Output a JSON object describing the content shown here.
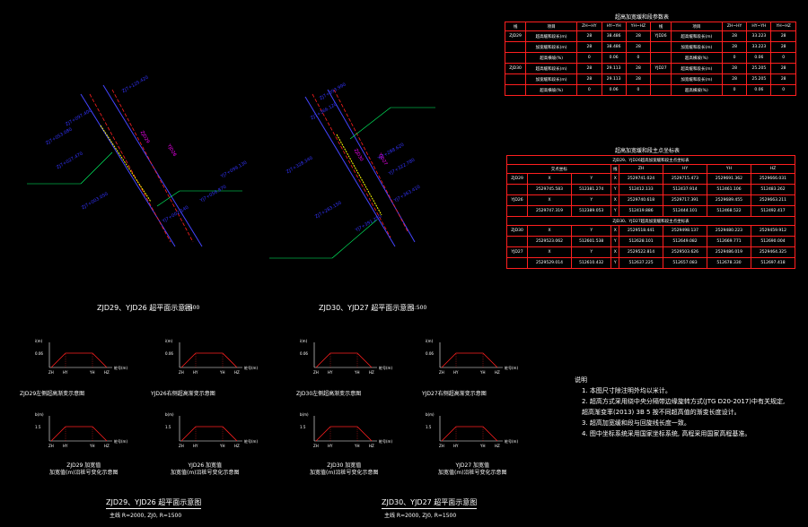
{
  "colors": {
    "background": "#000000",
    "frame": "#ff1f1f",
    "centerline": "#ff1f1f",
    "road": "#4444ff",
    "leader": "#00ff66",
    "label": "#3333ff",
    "text": "#ffffff",
    "magenta": "#ff00ff",
    "yellow": "#ffff00"
  },
  "plan1": {
    "title": "ZJD29、YJD26 超平面示意图",
    "scale": "1:500",
    "labels": [
      "ZJ7+125.420",
      "ZJ7+097.400",
      "ZJ7+053.080",
      "ZJ7+027.470",
      "ZJ7+003.050",
      "YJ7+002.140",
      "YJ7+056.870",
      "YJ7+099.130",
      "ZJD29",
      "YJD26"
    ]
  },
  "plan2": {
    "title": "ZJD30、YJD27 超平面示意图",
    "scale": "1:500",
    "labels": [
      "ZJ7+393.990",
      "ZJ7+366.120",
      "ZJ7+328.340",
      "ZJ7+283.150",
      "YJ7+288.620",
      "YJ7+322.780",
      "YJ7+363.410",
      "YJ7+391.250",
      "ZJD30",
      "YJD27"
    ]
  },
  "table1": {
    "title": "超高加宽缓和段参数表",
    "headers": [
      "线",
      "项目",
      "ZH~HY",
      "HY~YH",
      "YH~HZ",
      "线",
      "项目",
      "ZH~HY",
      "HY~YH",
      "YH~HZ"
    ],
    "rows": [
      [
        "ZJD29",
        "超高缓和段长(m)",
        "28",
        "38.486",
        "28",
        "YJD26",
        "超高缓和段长(m)",
        "28",
        "33.223",
        "28"
      ],
      [
        "",
        "加宽缓和段长(m)",
        "28",
        "38.486",
        "28",
        "",
        "加宽缓和段长(m)",
        "28",
        "33.223",
        "28"
      ],
      [
        "",
        "超高横坡(%)",
        "0",
        "0.06",
        "0",
        "",
        "超高横坡(%)",
        "0",
        "0.06",
        "0"
      ],
      [
        "ZJD30",
        "超高缓和段长(m)",
        "28",
        "29.113",
        "28",
        "YJD27",
        "超高缓和段长(m)",
        "28",
        "25.205",
        "28"
      ],
      [
        "",
        "加宽缓和段长(m)",
        "28",
        "29.113",
        "28",
        "",
        "加宽缓和段长(m)",
        "28",
        "25.205",
        "28"
      ],
      [
        "",
        "超高横坡(%)",
        "0",
        "0.06",
        "0",
        "",
        "超高横坡(%)",
        "0",
        "0.06",
        "0"
      ]
    ]
  },
  "table2": {
    "title": "超高加宽缓和段主点坐标表",
    "sub1": "ZJD29、YJD26超高加宽缓和段主点坐标表",
    "sub2": "ZJD30、YJD27超高加宽缓和段主点坐标表",
    "headers": [
      "交点坐标",
      "线",
      "ZH",
      "HY",
      "YH",
      "HZ"
    ],
    "rowsA": [
      [
        "ZJD29",
        "X",
        "Y",
        "X",
        "2529741.024",
        "2529715.473",
        "2529691.362",
        "2529666.031"
      ],
      [
        "",
        "2529745.583",
        "512381.274",
        "Y",
        "512412.133",
        "512437.914",
        "512461.106",
        "512483.262"
      ],
      [
        "YJD26",
        "X",
        "Y",
        "X",
        "2529740.618",
        "2529717.391",
        "2529689.455",
        "2529663.211"
      ],
      [
        "",
        "2529747.319",
        "512389.053",
        "Y",
        "512419.886",
        "512444.101",
        "512468.522",
        "512492.417"
      ]
    ],
    "rowsB": [
      [
        "ZJD30",
        "X",
        "Y",
        "X",
        "2529518.441",
        "2529498.137",
        "2529480.223",
        "2529459.912"
      ],
      [
        "",
        "2529523.062",
        "512601.538",
        "Y",
        "512628.101",
        "512649.082",
        "512669.771",
        "512690.004"
      ],
      [
        "YJD27",
        "X",
        "Y",
        "X",
        "2529522.814",
        "2529503.626",
        "2529486.019",
        "2529464.325"
      ],
      [
        "",
        "2529529.014",
        "512610.432",
        "Y",
        "512637.225",
        "512657.083",
        "512678.330",
        "512697.418"
      ]
    ]
  },
  "graphs": [
    {
      "caption": "ZJD29左侧超高渐变示意图",
      "ylabel": "i(m)",
      "yval": "0.06",
      "xlabel": "桩号(m)"
    },
    {
      "caption": "YJD26右侧超高渐变示意图",
      "ylabel": "i(m)",
      "yval": "0.06",
      "xlabel": "桩号(m)"
    },
    {
      "caption": "ZJD30左侧超高渐变示意图",
      "ylabel": "i(m)",
      "yval": "0.06",
      "xlabel": "桩号(m)"
    },
    {
      "caption": "YJD27右侧超高渐变示意图",
      "ylabel": "i(m)",
      "yval": "0.06",
      "xlabel": "桩号(m)"
    },
    {
      "caption": "ZJD29 加宽值\n加宽值(m)沿桩号变化示意图",
      "ylabel": "b(m)",
      "yval": "1.5",
      "xlabel": "桩号(m)"
    },
    {
      "caption": "YJD26 加宽值\n加宽值(m)沿桩号变化示意图",
      "ylabel": "b(m)",
      "yval": "1.5",
      "xlabel": "桩号(m)"
    },
    {
      "caption": "ZJD30 加宽值\n加宽值(m)沿桩号变化示意图",
      "ylabel": "b(m)",
      "yval": "1.5",
      "xlabel": "桩号(m)"
    },
    {
      "caption": "YJD27 加宽值\n加宽值(m)沿桩号变化示意图",
      "ylabel": "b(m)",
      "yval": "1.5",
      "xlabel": "桩号(m)"
    }
  ],
  "graph_ticks": [
    "ZH",
    "HY",
    "YH",
    "HZ"
  ],
  "bottom1": {
    "title": "ZJD29、YJD26 超平面示意图",
    "sub": "主线 R=2000, ZJ0, R=1500"
  },
  "bottom2": {
    "title": "ZJD30、YJD27 超平面示意图",
    "sub": "主线 R=2000, ZJ0, R=1500"
  },
  "notes": {
    "heading": "说明",
    "items": [
      "1. 本图尺寸除注明外均以米计。",
      "2. 超高方式采用绕中央分隔带边缘旋转方式(JTG D20-2017)中有关规定,",
      "   超高渐变率(2013) 3B 5 按不同超高值的渐变长度设计。",
      "3. 超高加宽缓和段与回旋线长度一致。",
      "4. 图中坐标系统采用国家坐标系统, 高程采用国家高程基准。"
    ]
  }
}
